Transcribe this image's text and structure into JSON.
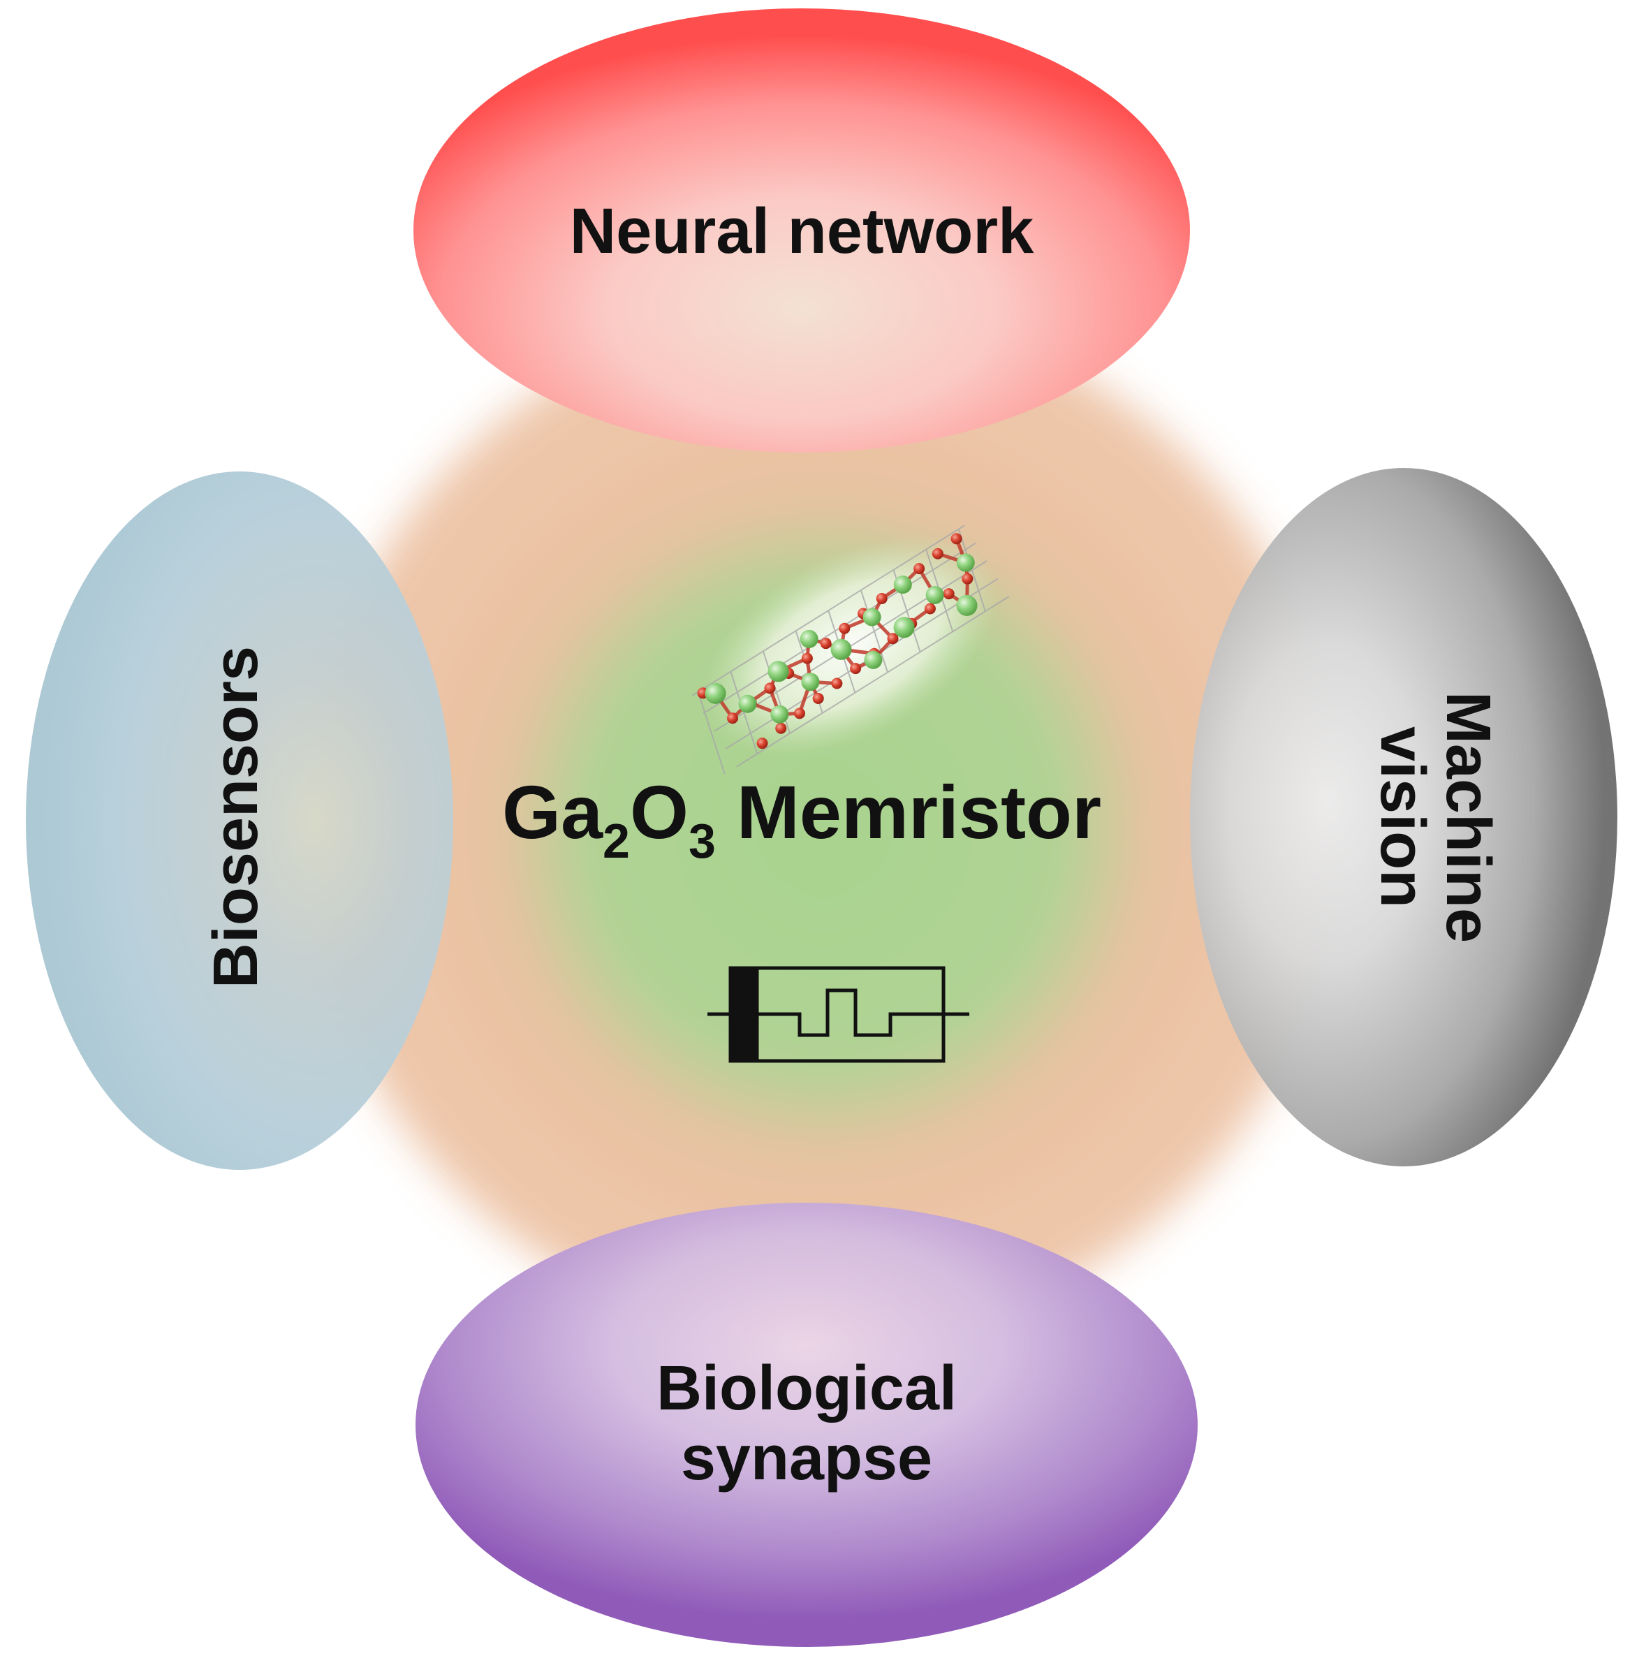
{
  "center": {
    "title_prefix": "Ga",
    "sub_1": "2",
    "title_mid": "O",
    "sub_2": "3",
    "title_suffix": " Memristor",
    "color": "#a9d18e"
  },
  "top": {
    "label": "Neural network",
    "color": "#ff4040"
  },
  "left": {
    "label": "Biosensors",
    "color": "#adc8d4"
  },
  "right": {
    "label_line1": "Machine",
    "label_line2": "vision",
    "color": "#7f7f7f"
  },
  "bottom": {
    "label_line1": "Biological",
    "label_line2": "synapse",
    "color": "#8e5bb5"
  },
  "halo_color": "#edc3a5",
  "crystal": {
    "ga_color": "#8fd37e",
    "o_color": "#d8402c"
  }
}
